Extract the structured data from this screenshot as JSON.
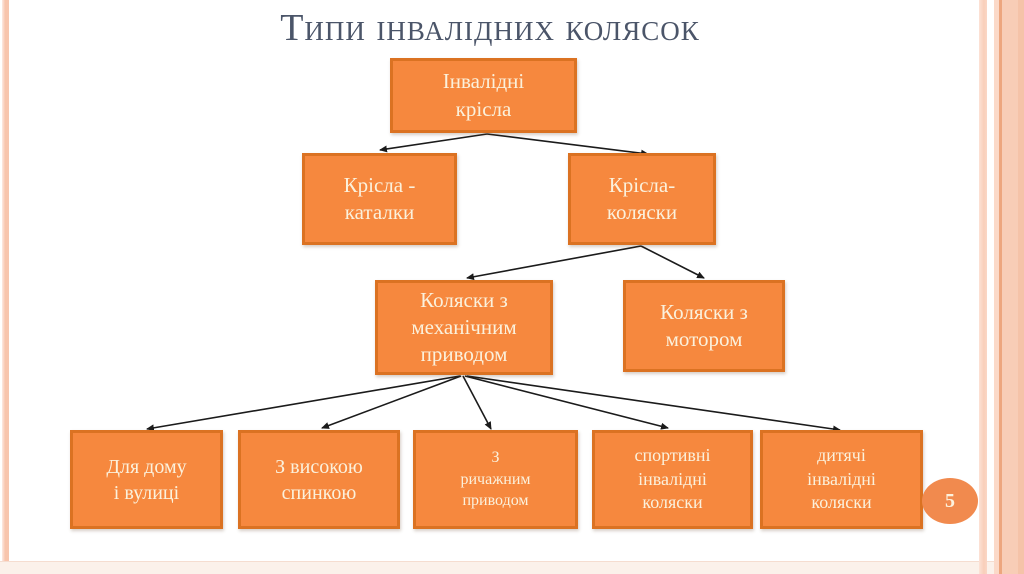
{
  "slide": {
    "title": "Типи інвалідних колясок",
    "page_number": "5"
  },
  "diagram": {
    "type": "tree",
    "nodes": [
      {
        "id": "invalidni-krisla",
        "label": "Інвалідні\nкрісла"
      },
      {
        "id": "krisla-katalky",
        "label": "Крісла -\nкаталки"
      },
      {
        "id": "krisla-koliasky",
        "label": "Крісла-\nколяски"
      },
      {
        "id": "koliasky-mekhanichnyi",
        "label": "Коляски з\nмеханічним\nприводом"
      },
      {
        "id": "koliasky-z-motorom",
        "label": "Коляски з\nмотором"
      },
      {
        "id": "dlia-domu-i-vulytsi",
        "label": "Для дому\nі вулиці"
      },
      {
        "id": "z-vysokoiu-spynkoiu",
        "label": "З високою\nспинкою"
      },
      {
        "id": "z-rychazhnym-pryvodom",
        "label": "З\nричажним\nприводом"
      },
      {
        "id": "sportyvni-koliasky",
        "label": "спортивні\nінвалідні\nколяски"
      },
      {
        "id": "dytiachi-koliasky",
        "label": "дитячі\nінвалідні\nколяски"
      }
    ],
    "edges": [
      {
        "from": "invalidni-krisla",
        "to": "krisla-katalky"
      },
      {
        "from": "invalidni-krisla",
        "to": "krisla-koliasky"
      },
      {
        "from": "krisla-koliasky",
        "to": "koliasky-mekhanichnyi"
      },
      {
        "from": "krisla-koliasky",
        "to": "koliasky-z-motorom"
      },
      {
        "from": "koliasky-mekhanichnyi",
        "to": "dlia-domu-i-vulytsi"
      },
      {
        "from": "koliasky-mekhanichnyi",
        "to": "z-vysokoiu-spynkoiu"
      },
      {
        "from": "koliasky-mekhanichnyi",
        "to": "z-rychazhnym-pryvodom"
      },
      {
        "from": "koliasky-mekhanichnyi",
        "to": "sportyvni-koliasky"
      },
      {
        "from": "koliasky-mekhanichnyi",
        "to": "dytiachi-koliasky"
      }
    ]
  },
  "colors": {
    "box_fill": "#f6883e",
    "box_border": "#db7222",
    "box_text": "#fbf1dc",
    "title_text": "#4b5569",
    "arrow": "#1b1b1b",
    "badge_fill": "#f18a4e",
    "edge_stripe_pink": "#f8c5ad",
    "edge_stripe_accent": "#eda67e"
  }
}
